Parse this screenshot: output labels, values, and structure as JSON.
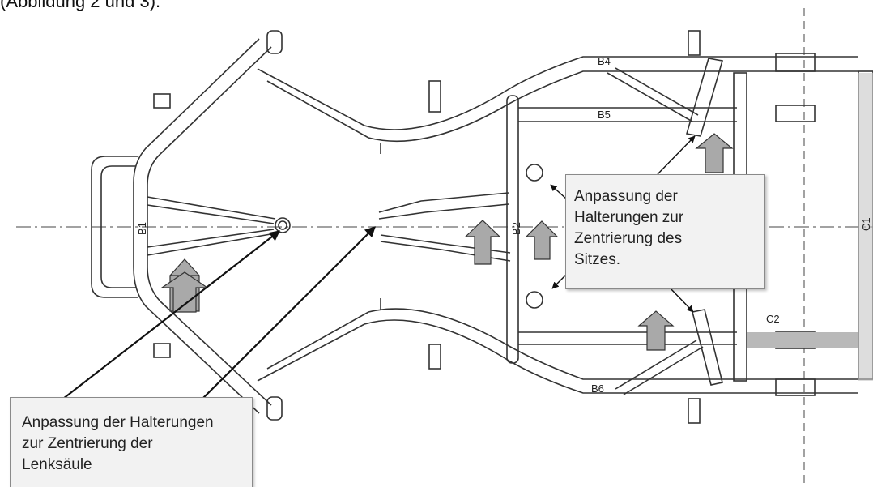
{
  "header": {
    "caption": "(Abbildung 2 und 3)."
  },
  "frame_labels": {
    "b1": "B1",
    "b2": "B2",
    "b4": "B4",
    "b5": "B5",
    "b6": "B6",
    "c1": "C1",
    "c2": "C2"
  },
  "callouts": {
    "seat": {
      "lines": [
        "Anpassung der",
        "Halterungen zur",
        "Zentrierung des",
        "Sitzes."
      ]
    },
    "steering": {
      "lines": [
        "Anpassung der Halterungen",
        "zur Zentrierung der",
        "Lenksäule"
      ]
    }
  },
  "colors": {
    "arrow_fill": "#a9a9a9",
    "frame_stroke": "#333333",
    "box_fill": "#f2f2f2"
  }
}
